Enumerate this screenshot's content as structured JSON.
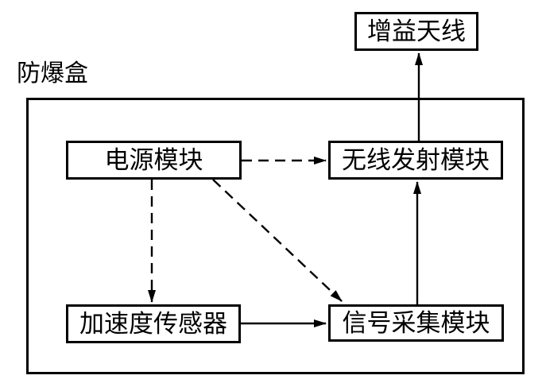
{
  "diagram": {
    "enclosure_label": "防爆盒",
    "nodes": {
      "gain_antenna": {
        "label": "增益天线"
      },
      "power_module": {
        "label": "电源模块"
      },
      "wireless_tx_module": {
        "label": "无线发射模块"
      },
      "accel_sensor": {
        "label": "加速度传感器"
      },
      "signal_acq_module": {
        "label": "信号采集模块"
      }
    },
    "edges": [
      {
        "from": "power_module",
        "to": "wireless_tx_module",
        "style": "dashed",
        "direction": "right"
      },
      {
        "from": "power_module",
        "to": "accel_sensor",
        "style": "dashed",
        "direction": "down"
      },
      {
        "from": "power_module",
        "to": "signal_acq_module",
        "style": "dashed",
        "direction": "down-right"
      },
      {
        "from": "accel_sensor",
        "to": "signal_acq_module",
        "style": "solid",
        "direction": "right"
      },
      {
        "from": "signal_acq_module",
        "to": "wireless_tx_module",
        "style": "solid",
        "direction": "up"
      },
      {
        "from": "wireless_tx_module",
        "to": "gain_antenna",
        "style": "solid",
        "direction": "up"
      }
    ],
    "colors": {
      "stroke": "#000000",
      "background": "#ffffff"
    }
  }
}
